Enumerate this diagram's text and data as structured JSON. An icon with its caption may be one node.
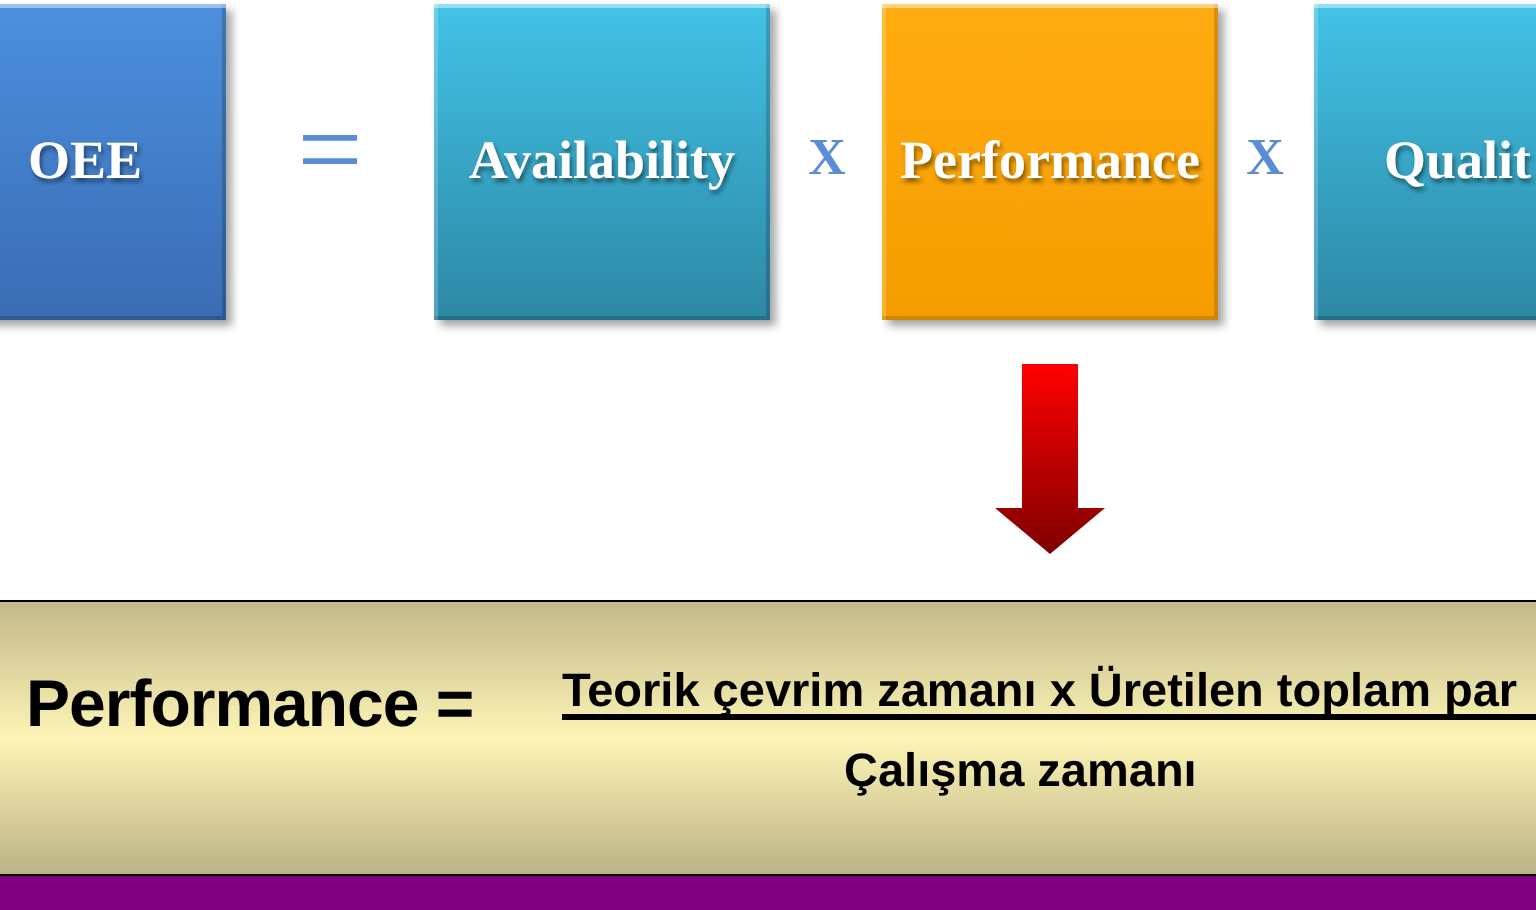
{
  "diagram": {
    "nodes": [
      {
        "text": [
          "OEE"
        ]
      },
      {
        "text": [
          "Availability"
        ]
      },
      {
        "text": [
          "Performance"
        ]
      },
      {
        "text": [
          "Qualit"
        ]
      },
      {
        "text": [
          "Performance =",
          "Teorik çevrim zamanı x Üretilen toplam par",
          "Çalışma zamanı"
        ]
      }
    ],
    "edges": [
      {
        "from": 2,
        "to": 4,
        "arrow": "to",
        "style": "thick",
        "color": "#ff0000"
      }
    ],
    "labels": [
      "=",
      "X",
      "X"
    ]
  }
}
